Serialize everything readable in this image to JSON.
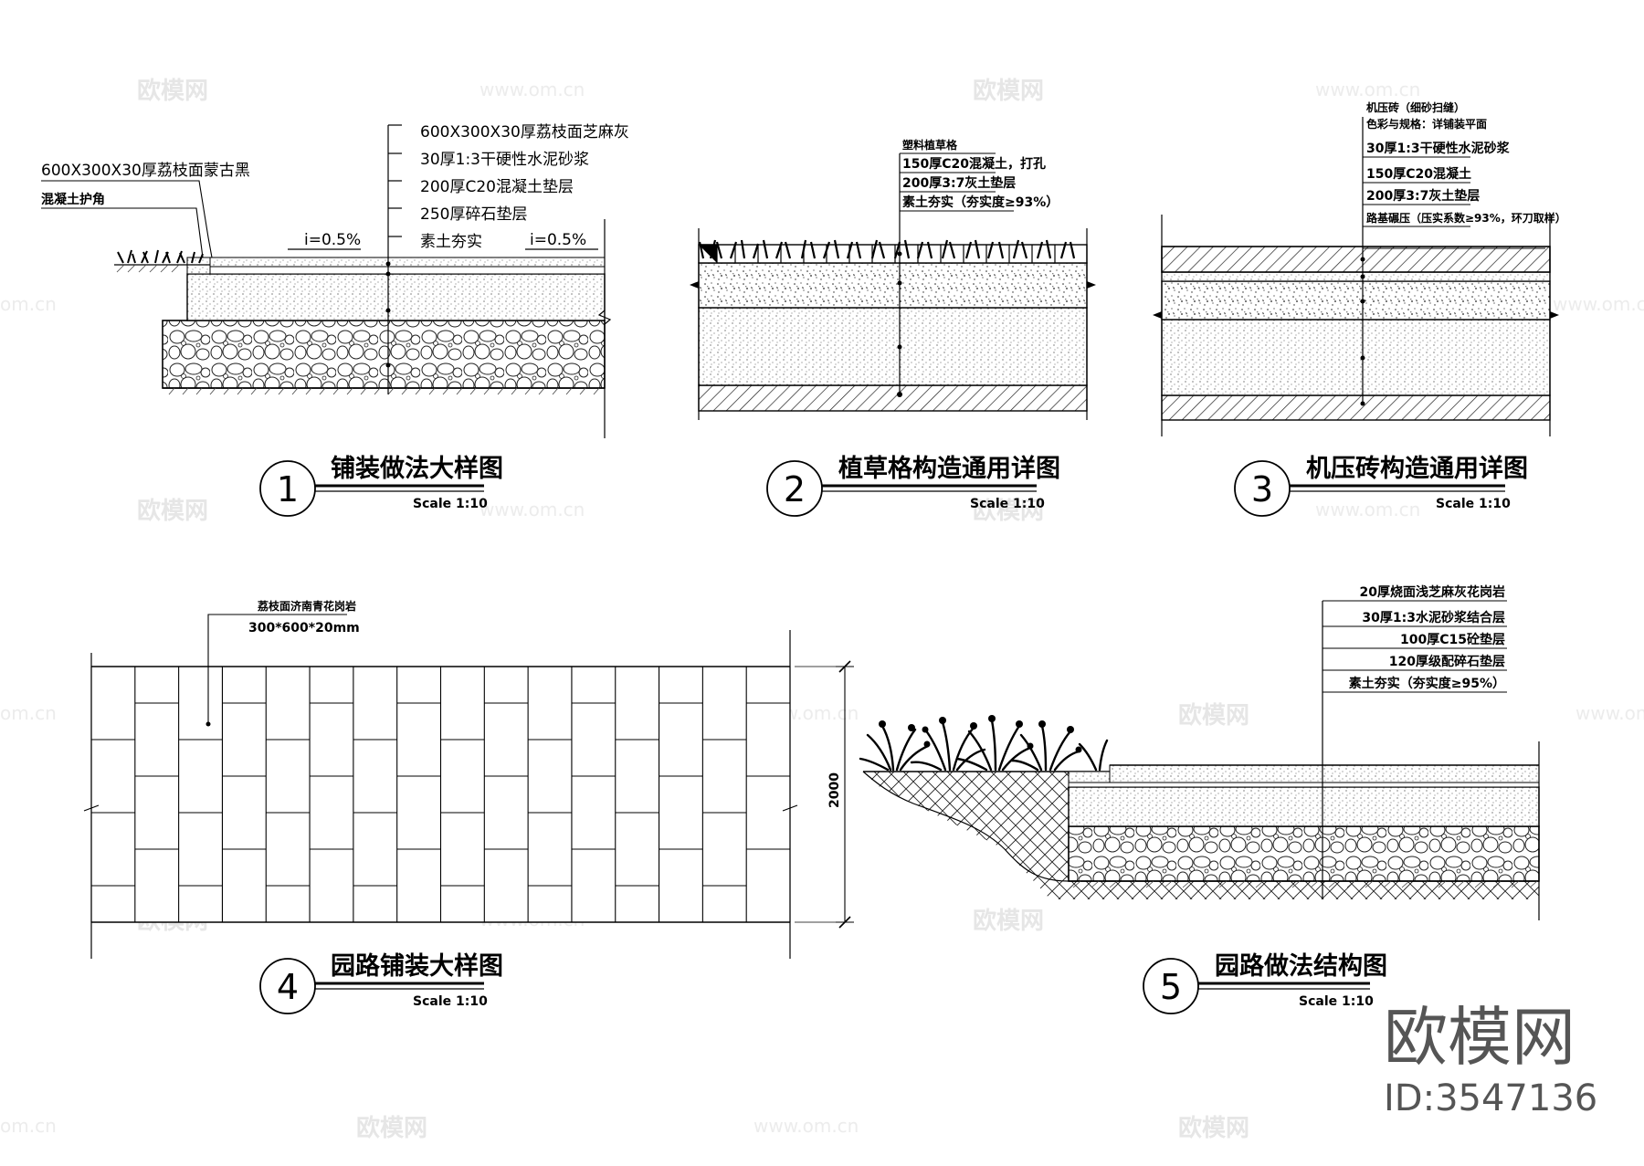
{
  "watermark": {
    "brand": "欧模网",
    "url": "www.om.cn",
    "site": "欧模网",
    "id": "ID:3547136"
  },
  "details": [
    {
      "number": "1",
      "title": "铺装做法大样图",
      "scale": "Scale  1:10",
      "labels": [
        "600X300X30厚荔枝面芝麻灰",
        "30厚1:3干硬性水泥砂浆",
        "200厚C20混凝土垫层",
        "250厚碎石垫层",
        "素土夯实"
      ],
      "side_labels": [
        "600X300X30厚荔枝面蒙古黑",
        "混凝土护角"
      ],
      "slopes": [
        "i=0.5%",
        "i=0.5%"
      ]
    },
    {
      "number": "2",
      "title": "植草格构造通用详图",
      "scale": "Scale  1:10",
      "labels": [
        "塑料植草格",
        "150厚C20混凝土，打孔",
        "200厚3:7灰土垫层",
        "素土夯实（夯实度≥93%）"
      ]
    },
    {
      "number": "3",
      "title": "机压砖构造通用详图",
      "scale": "Scale  1:10",
      "labels": [
        "机压砖（细砂扫缝）",
        "色彩与规格：详铺装平面",
        "30厚1:3干硬性水泥砂浆",
        "150厚C20混凝土",
        "200厚3:7灰土垫层",
        "路基碾压（压实系数≥93%，环刀取样）"
      ]
    },
    {
      "number": "4",
      "title": "园路铺装大样图",
      "scale": "Scale  1:10",
      "labels": [
        "荔枝面济南青花岗岩",
        "300*600*20mm"
      ],
      "dimension": "2000"
    },
    {
      "number": "5",
      "title": "园路做法结构图",
      "scale": "Scale  1:10",
      "labels": [
        "20厚烧面浅芝麻灰花岗岩",
        "30厚1:3水泥砂浆结合层",
        "100厚C15砼垫层",
        "120厚级配碎石垫层",
        "素土夯实（夯实度≥95%）"
      ]
    }
  ]
}
